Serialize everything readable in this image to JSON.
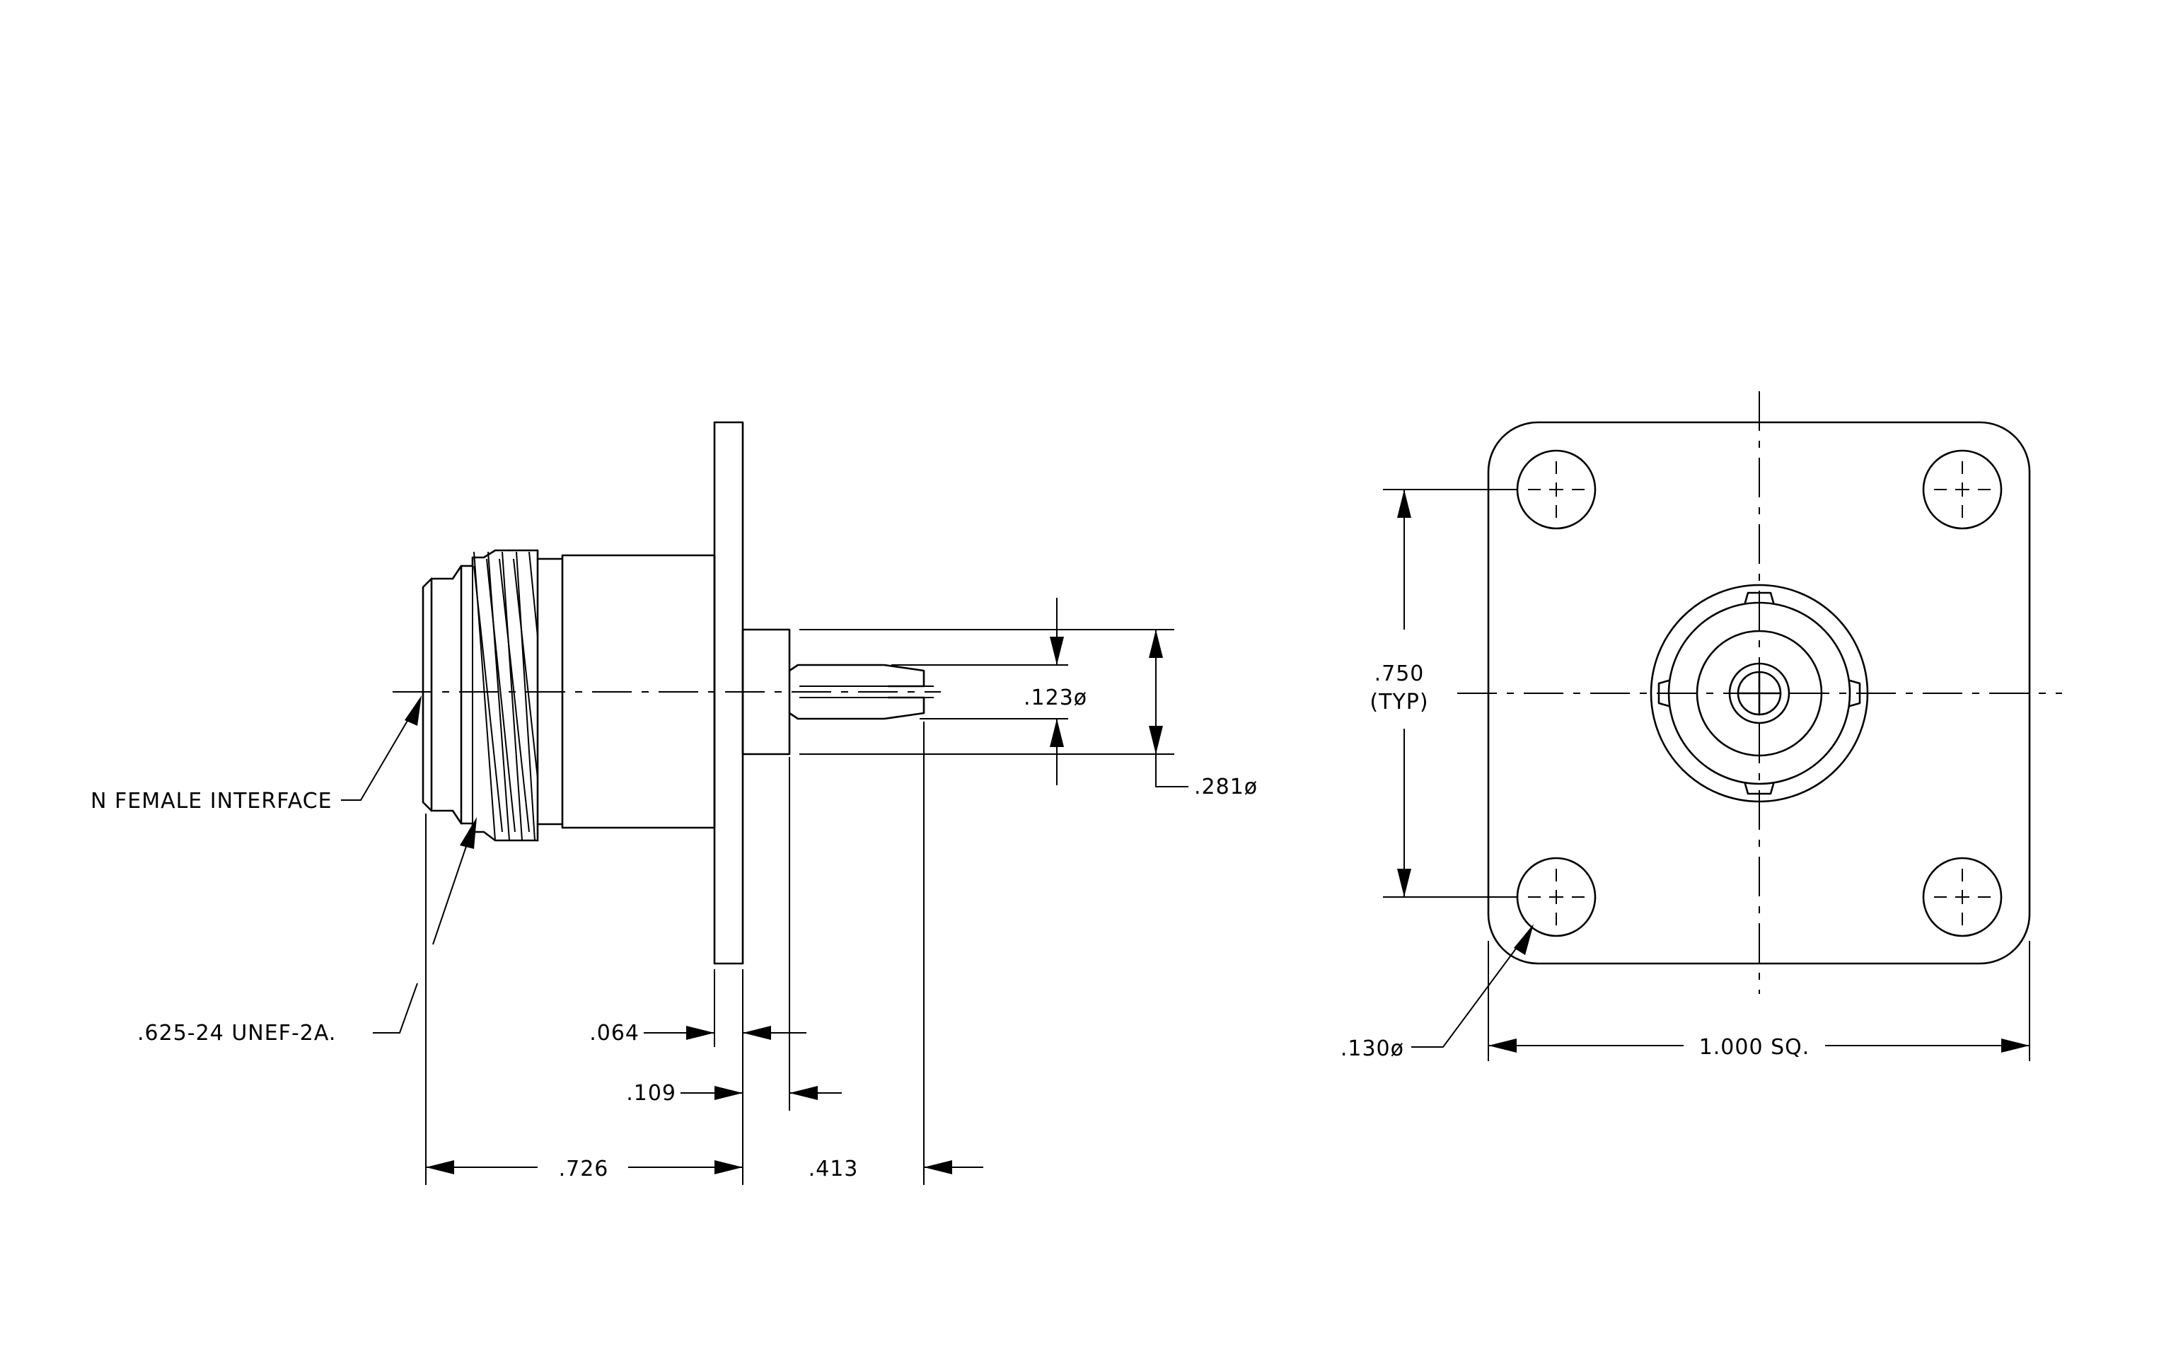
{
  "side_view": {
    "interface_label": "N FEMALE INTERFACE",
    "thread_label": ".625-24 UNEF-2A.",
    "dim_flange_thickness": ".064",
    "dim_pin_step": ".109",
    "dim_body_length": ".726",
    "dim_pin_length": ".413",
    "dim_pin_dia": ".123ø",
    "dim_shoulder_dia": ".281ø"
  },
  "front_view": {
    "hole_spacing": ".750",
    "hole_spacing_note": "(TYP)",
    "hole_dia": ".130ø",
    "flange_size": "1.000 SQ."
  },
  "colors": {
    "line": "#000000",
    "background": "#ffffff"
  }
}
